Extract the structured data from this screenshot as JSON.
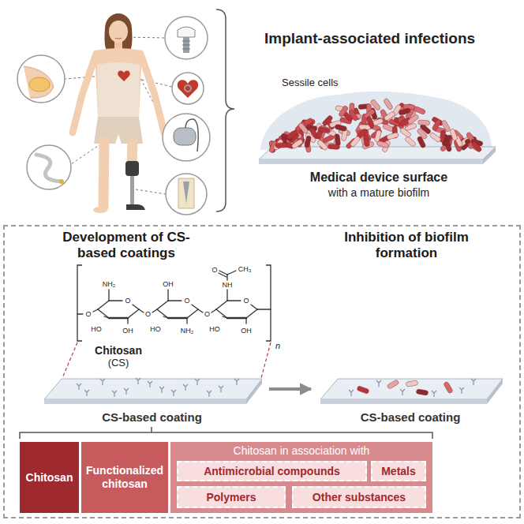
{
  "diagram": {
    "nodes": [
      {
        "text": [
          "Development of CS-based coatings",
          "Inhibition of biofilm formation"
        ]
      },
      {
        "text": [
          "CS-based coating"
        ],
        "in": 0
      },
      {
        "text": [
          "CS-based coating"
        ],
        "in": 0
      },
      {
        "text": [
          "Chitosan"
        ],
        "in": 0
      },
      {
        "text": [
          "Functionalized chitosan"
        ],
        "in": 0
      },
      {
        "text": [
          "Chitosan in association with"
        ],
        "in": 0
      },
      {
        "text": [
          "Antimicrobial compounds"
        ],
        "in": 5
      },
      {
        "text": [
          "Metals"
        ],
        "in": 5
      },
      {
        "text": [
          "Polymers"
        ],
        "in": 5
      },
      {
        "text": [
          "Other substances"
        ],
        "in": 5
      }
    ],
    "edges": [
      {
        "from": 1,
        "to": 2,
        "arrow": "to"
      }
    ],
    "labels": [
      "Implant-associated infections",
      "Sessile cells",
      "Medical device surface",
      "with a mature biofilm",
      "O",
      "NH₂",
      "O",
      "HO",
      "OH",
      "O",
      "OH",
      "O",
      "HO",
      "NH₂",
      "O",
      "CH₃",
      "O",
      "NH",
      "O",
      "HO",
      "OH",
      "n",
      "Chitosan",
      "(CS)"
    ]
  }
}
